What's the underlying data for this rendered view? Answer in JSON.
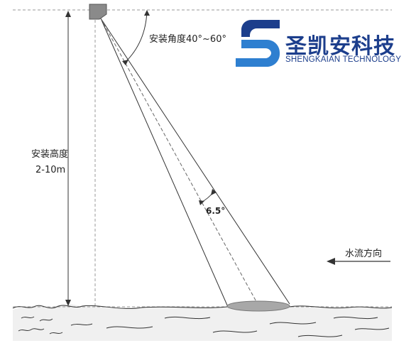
{
  "labels": {
    "install_angle": "安装角度40°~60°",
    "install_height_title": "安装高度",
    "install_height_value": "2-10m",
    "beam_angle": "6.5°",
    "flow_direction": "水流方向"
  },
  "brand": {
    "name_cn": "圣凯安科技",
    "name_en": "SHENGKAIAN TECHNOLOGY"
  },
  "colors": {
    "logo_blue": "#1c3e8c",
    "logo_light_blue": "#2e7fd0",
    "line": "#333333",
    "dashed": "#888888",
    "footprint": "#a8a8a8"
  }
}
